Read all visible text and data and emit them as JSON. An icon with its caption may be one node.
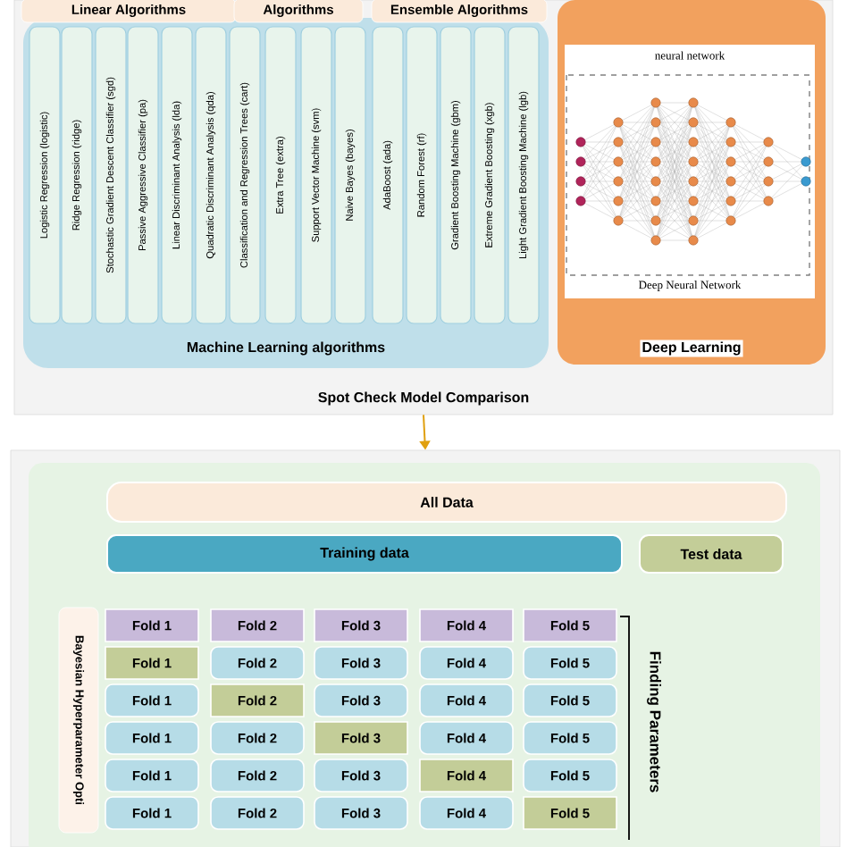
{
  "diagram": {
    "title": "Spot Check Model Comparison",
    "nodes": [
      {
        "text": [],
        "shape": "box"
      },
      {
        "text": [
          "Machine Learning algorithms"
        ],
        "in": 0
      },
      {
        "text": [
          "Linear Algorithms"
        ],
        "in": 0
      },
      {
        "text": [
          "Logistic Regression (logistic)"
        ],
        "in": 1
      },
      {
        "text": [
          "Ridge Regression (ridge)"
        ],
        "in": 1
      },
      {
        "text": [
          "Stochastic Gradient Descent Classifier (sgd)"
        ],
        "in": 1
      },
      {
        "text": [
          "Passive Aggressive Classifier (pa)"
        ],
        "in": 1
      },
      {
        "text": [
          "Linear Discriminant Analysis (lda)"
        ],
        "in": 1
      },
      {
        "text": [
          "Quadratic Discriminant Analysis (qda)"
        ],
        "in": 1
      },
      {
        "text": [
          "Algorithms"
        ],
        "in": 0
      },
      {
        "text": [
          "Classification and Regression Trees (cart)"
        ],
        "in": 1
      },
      {
        "text": [
          "Extra Tree (extra)"
        ],
        "in": 1
      },
      {
        "text": [
          "Support Vector Machine (svm)"
        ],
        "in": 1
      },
      {
        "text": [
          "Naive Bayes (bayes)"
        ],
        "in": 1
      },
      {
        "text": [
          "Ensemble Algorithms"
        ],
        "in": 0
      },
      {
        "text": [
          "AdaBoost (ada)"
        ],
        "in": 1
      },
      {
        "text": [
          "Random Forest (rf)"
        ],
        "in": 1
      },
      {
        "text": [
          "Gradient Boosting Machine (gbm)"
        ],
        "in": 1
      },
      {
        "text": [
          "Extreme Gradient Boosting (xgb)"
        ],
        "in": 1
      },
      {
        "text": [
          "Light Gradient Boosting Machine (lgb)"
        ],
        "in": 1
      },
      {
        "text": [
          "Deep Learning"
        ],
        "in": 0
      },
      {
        "text": [
          "neural network",
          "Deep Neural Network"
        ],
        "in": 20
      },
      {
        "text": [],
        "shape": "box"
      },
      {
        "text": [
          "All Data"
        ],
        "in": 22
      },
      {
        "text": [
          "Training  data"
        ],
        "in": 22
      },
      {
        "text": [
          "Test data"
        ],
        "in": 22
      },
      {
        "text": [
          "Bayesian Hyperparameter Opti"
        ],
        "in": 22
      },
      {
        "text": [
          "Fold 1"
        ],
        "in": 22
      },
      {
        "text": [
          "Fold 2"
        ],
        "in": 22
      },
      {
        "text": [
          "Fold 3"
        ],
        "in": 22
      },
      {
        "text": [
          "Fold 4"
        ],
        "in": 22
      },
      {
        "text": [
          "Fold 5"
        ],
        "in": 22
      },
      {
        "text": [
          "Fold 1"
        ],
        "in": 22
      },
      {
        "text": [
          "Fold 2"
        ],
        "in": 22
      },
      {
        "text": [
          "Fold 3"
        ],
        "in": 22
      },
      {
        "text": [
          "Fold 4"
        ],
        "in": 22
      },
      {
        "text": [
          "Fold 5"
        ],
        "in": 22
      },
      {
        "text": [
          "Fold 1"
        ],
        "in": 22
      },
      {
        "text": [
          "Fold 2"
        ],
        "in": 22
      },
      {
        "text": [
          "Fold 3"
        ],
        "in": 22
      },
      {
        "text": [
          "Fold 4"
        ],
        "in": 22
      },
      {
        "text": [
          "Fold 5"
        ],
        "in": 22
      },
      {
        "text": [
          "Fold 1"
        ],
        "in": 22
      },
      {
        "text": [
          "Fold 2"
        ],
        "in": 22
      },
      {
        "text": [
          "Fold 3"
        ],
        "in": 22
      },
      {
        "text": [
          "Fold 4"
        ],
        "in": 22
      },
      {
        "text": [
          "Fold 5"
        ],
        "in": 22
      },
      {
        "text": [
          "Fold 1"
        ],
        "in": 22
      },
      {
        "text": [
          "Fold 2"
        ],
        "in": 22
      },
      {
        "text": [
          "Fold 3"
        ],
        "in": 22
      },
      {
        "text": [
          "Fold 4"
        ],
        "in": 22
      },
      {
        "text": [
          "Fold 5"
        ],
        "in": 22
      },
      {
        "text": [
          "Fold 1"
        ],
        "in": 22
      },
      {
        "text": [
          "Fold 2"
        ],
        "in": 22
      },
      {
        "text": [
          "Fold 3"
        ],
        "in": 22
      },
      {
        "text": [
          "Fold 4"
        ],
        "in": 22
      },
      {
        "text": [
          "Fold 5"
        ],
        "in": 22
      }
    ],
    "edges": [
      {
        "from": 0,
        "to": 22,
        "arrow": "to"
      }
    ],
    "labels": [
      "Finding Parameters"
    ]
  }
}
